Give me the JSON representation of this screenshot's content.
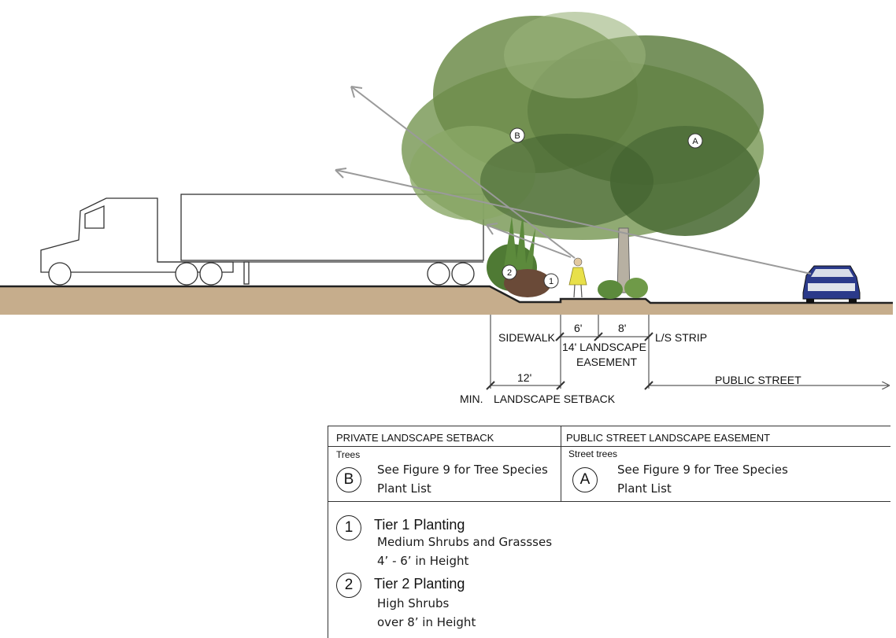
{
  "callouts": {
    "tree_a": "A",
    "tree_b": "B",
    "plant_1": "1",
    "plant_2": "2"
  },
  "dimensions": {
    "sidewalk": "SIDEWALK",
    "six_ft": "6'",
    "eight_ft": "8'",
    "ls_strip": "L/S STRIP",
    "easement_line1": "14' LANDSCAPE",
    "easement_line2": "EASEMENT",
    "twelve_ft": "12'",
    "min": "MIN.",
    "landscape_setback": "LANDSCAPE SETBACK",
    "public_street": "PUBLIC STREET"
  },
  "legend": {
    "private_header": "PRIVATE  LANDSCAPE SETBACK",
    "public_header": "PUBLIC STREET LANDSCAPE EASEMENT",
    "trees_label": "Trees",
    "street_trees_label": "Street trees",
    "tree_b": {
      "symbol": "B",
      "line1": "See Figure 9 for Tree Species",
      "line2": "Plant List"
    },
    "tree_a": {
      "symbol": "A",
      "line1": "See Figure 9 for Tree Species",
      "line2": "Plant List"
    },
    "tier1": {
      "symbol": "1",
      "title": "Tier 1 Planting",
      "line1": "Medium Shrubs and Grassses",
      "line2": "4’ - 6’ in Height"
    },
    "tier2": {
      "symbol": "2",
      "title": "Tier 2 Planting",
      "line1": "High Shrubs",
      "line2": "over 8’ in Height"
    }
  },
  "colors": {
    "ground": "#c6ad8c",
    "tree_dark": "#4f6f3a",
    "tree_light": "#7d9b5a",
    "car_body": "#2b3a8a",
    "pedestrian": "#e8e04a",
    "sightline": "#9a9a9a"
  }
}
